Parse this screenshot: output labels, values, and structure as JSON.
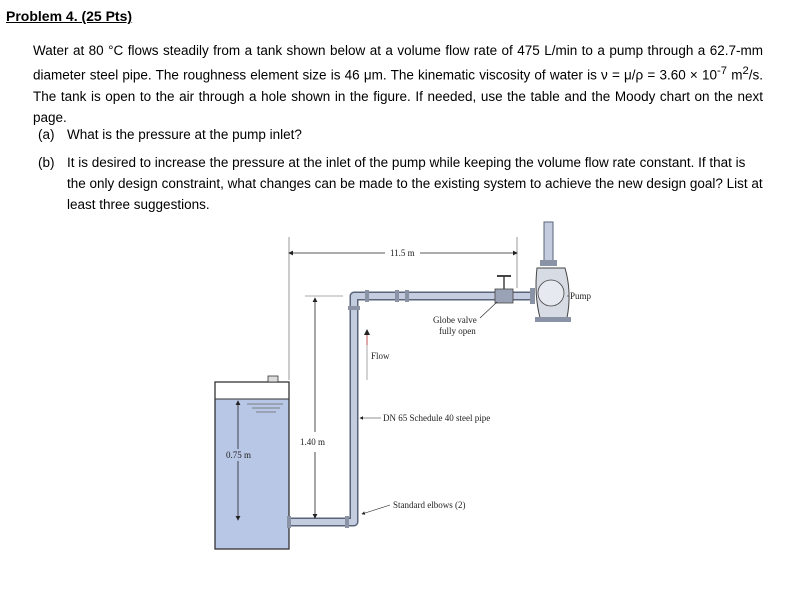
{
  "problem_title": "Problem 4. (25 Pts)",
  "intro": {
    "t1": "Water at ",
    "temp": "80 °C",
    "t2": " flows steadily from a tank shown below at a volume flow rate of ",
    "flow": "475 L/min",
    "t3": " to a pump through a ",
    "diam": "62.7-mm",
    "t4": " diameter steel pipe. The roughness element size is ",
    "rough": "46 μm",
    "t5": ". The kinematic viscosity of water is ν = μ/ρ = 3.60 × 10",
    "exp1": "-7",
    "t6": " m",
    "exp2": "2",
    "t7": "/s. The tank is open to the air through a hole shown in the figure. If needed, use the table and the Moody chart on the next page."
  },
  "question_a": {
    "label": "(a)",
    "text": "What is the pressure at the pump inlet?"
  },
  "question_b": {
    "label": "(b)",
    "text": "It is desired to increase the pressure at the inlet of the pump while keeping the volume flow rate constant. If that is the only design constraint, what changes can be made to the existing system to achieve the new design goal? List at least three suggestions."
  },
  "figure": {
    "dim_horizontal": "11.5 m",
    "dim_riser": "1.40 m",
    "dim_tank_depth": "0.75 m",
    "label_flow": "Flow",
    "label_valve_1": "Globe valve",
    "label_valve_2": "fully open",
    "label_pump": "Pump",
    "label_pipe": "DN 65 Schedule 40 steel pipe",
    "label_elbows": "Standard elbows (2)"
  },
  "colors": {
    "water": "#b9c7e6",
    "pipe": "#b9c4d8",
    "pipe_dark": "#5a6478"
  }
}
